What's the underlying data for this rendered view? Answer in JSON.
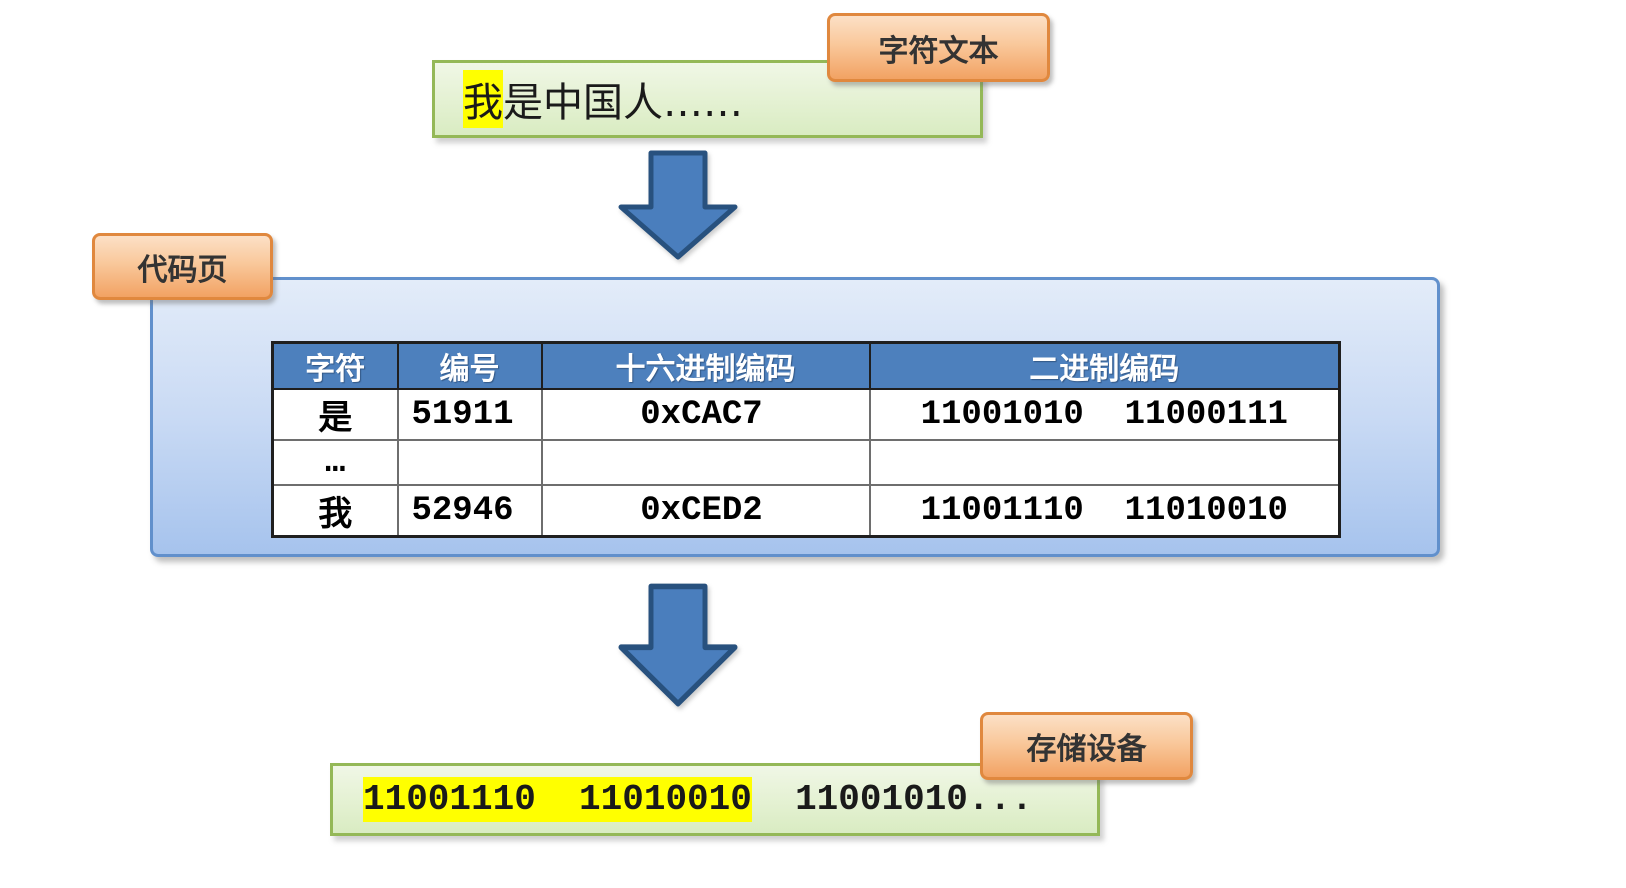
{
  "labels": {
    "char_text": "字符文本",
    "code_page": "代码页",
    "storage_device": "存储设备"
  },
  "source_text": {
    "highlighted": "我",
    "rest": "是中国人……"
  },
  "code_table": {
    "headers": [
      "字符",
      "编号",
      "十六进制编码",
      "二进制编码"
    ],
    "rows": [
      {
        "char": "是",
        "number": "51911",
        "hex": "0xCAC7",
        "binary": "11001010  11000111"
      },
      {
        "char": "…",
        "number": "",
        "hex": "",
        "binary": ""
      },
      {
        "char": "我",
        "number": "52946",
        "hex": "0xCED2",
        "binary": "11001110  11010010"
      }
    ]
  },
  "storage_text": {
    "highlighted": "11001110  11010010",
    "rest": "  11001010..."
  },
  "colors": {
    "green_box_border": "#94b857",
    "green_box_fill": "#e4f1d2",
    "orange_label_border": "#e0883e",
    "orange_label_fill": "#f9c89b",
    "highlight_yellow": "#ffff00",
    "arrow_fill": "#4a7ebd",
    "arrow_border": "#28517e",
    "panel_border": "#6190cc",
    "panel_fill": "#c9daf4",
    "table_header_bg": "#4d80bd",
    "table_header_text": "#ffffff"
  }
}
